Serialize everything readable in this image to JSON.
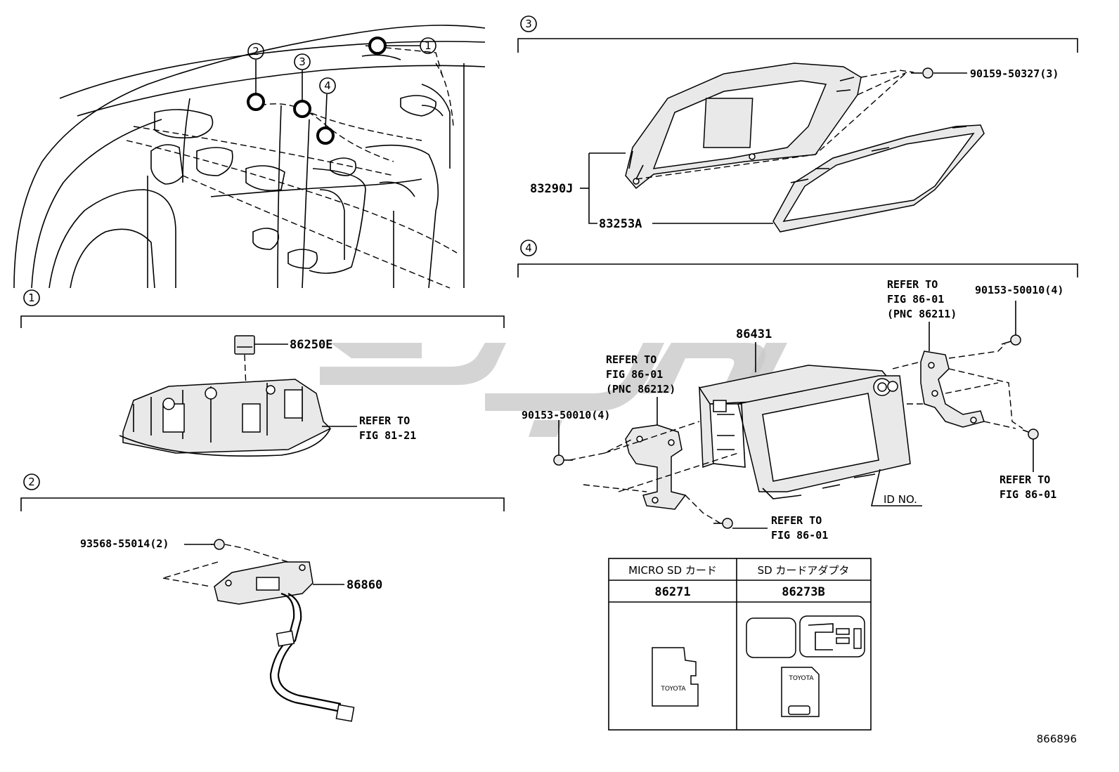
{
  "section_markers": {
    "one": "1",
    "two": "2",
    "three": "3",
    "four": "4"
  },
  "overview": {
    "callouts": [
      "1",
      "2",
      "3",
      "4"
    ]
  },
  "section1": {
    "part_86250e": "86250E",
    "refer_line1": "REFER TO",
    "refer_line2": "FIG 81-21"
  },
  "section2": {
    "screw": "93568-55014(2)",
    "part_86860": "86860"
  },
  "section3": {
    "screw": "90159-50327(3)",
    "part_83290j": "83290J",
    "part_83253a": "83253A"
  },
  "section4": {
    "part_86431": "86431",
    "refer_top_right_1": "REFER TO",
    "refer_top_right_2": "FIG 86-01",
    "refer_top_right_3": "(PNC 86211)",
    "screw_top_right": "90153-50010(4)",
    "refer_left_1": "REFER TO",
    "refer_left_2": "FIG 86-01",
    "refer_left_3": "(PNC 86212)",
    "screw_left": "90153-50010(4)",
    "refer_bottom_right_1": "REFER TO",
    "refer_bottom_right_2": "FIG 86-01",
    "refer_bottom_1": "REFER TO",
    "refer_bottom_2": "FIG 86-01",
    "id_no": "ID NO."
  },
  "accessory_table": {
    "col1_header": "MICRO SD カード",
    "col2_header": "SD カードアダプタ",
    "col1_part": "86271",
    "col2_part": "86273B",
    "card_brand": "TOYOTA",
    "adapter_brand": "TOYOTA"
  },
  "figure_id": "866896"
}
